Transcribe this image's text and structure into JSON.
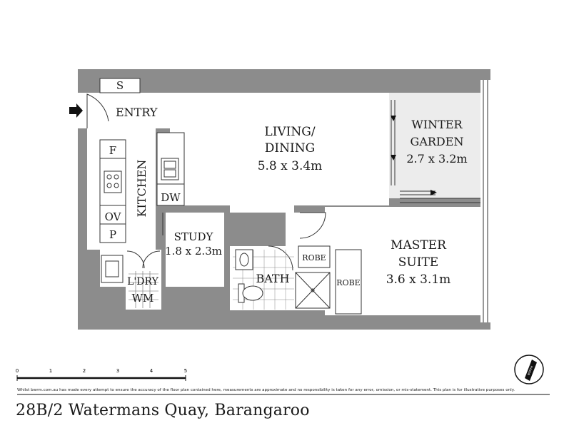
{
  "rooms": {
    "storage": "S",
    "entry": "ENTRY",
    "living_line1": "LIVING/",
    "living_line2": "DINING",
    "living_size": "5.8 x 3.4m",
    "winter_line1": "WINTER",
    "winter_line2": "GARDEN",
    "winter_size": "2.7 x 3.2m",
    "kitchen": "KITCHEN",
    "study": "STUDY",
    "study_size": "1.8 x 2.3m",
    "bath": "BATH",
    "master_line1": "MASTER",
    "master_line2": "SUITE",
    "master_size": "3.6 x 3.1m",
    "laundry": "L'DRY"
  },
  "fixtures": {
    "fridge": "F",
    "dishwasher": "DW",
    "oven": "OV",
    "pantry": "P",
    "washing_machine": "WM",
    "robe_bath": "ROBE",
    "robe_master": "ROBE"
  },
  "scale_bar": {
    "ticks": [
      "0",
      "1",
      "2",
      "3",
      "4",
      "5"
    ]
  },
  "compass": {
    "label": "NORTH"
  },
  "disclaimer": "Whilst bwrm.com.au has made every attempt to ensure the accuracy of the floor plan contained here, measurements are approximate and no responsibility is taken for any error, omission, or mis-statement. This plan is for illustrative purposes only.",
  "address": "28B/2 Watermans Quay, Barangaroo",
  "colors": {
    "wall": "#8c8c8c",
    "winter_garden_fill": "#ececec",
    "line": "#333333"
  }
}
